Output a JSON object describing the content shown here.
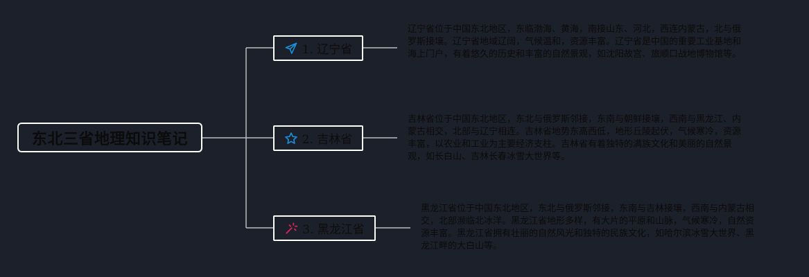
{
  "mindmap": {
    "root": {
      "title": "东北三省地理知识笔记"
    },
    "branches": [
      {
        "label": "1. 辽宁省",
        "icon": "paper-plane-icon",
        "icon_color": "#1a8fd8",
        "description": "辽宁省位于中国东北地区，东临渤海、黄海，南接山东、河北，西连内蒙古，北与俄罗斯接壤。辽宁省地域辽阔，气候温和，资源丰富。辽宁省是中国的重要工业基地和海上门户，有着悠久的历史和丰富的自然景观，如沈阳故宫、旅顺口战地博物馆等。"
      },
      {
        "label": "2. 吉林省",
        "icon": "star-icon",
        "icon_color": "#1a8fd8",
        "description": "吉林省位于中国东北地区，东北与俄罗斯邻接，东南与朝鲜接壤，西南与黑龙江、内蒙古相交，北部与辽宁相连。吉林省地势东高西低，地形丘陵起伏，气候寒冷，资源丰富，以农业和工业为主要经济支柱。吉林省有着独特的满族文化和美丽的自然景观，如长白山、吉林长春冰雪大世界等。"
      },
      {
        "label": "3. 黑龙江省",
        "icon": "magic-wand-icon",
        "icon_color": "#d6245a",
        "description": "黑龙江省位于中国东北地区，东北与俄罗斯邻接，东南与吉林接壤，西南与内蒙古相交，北部濒临北冰洋。黑龙江省地形多样，有大片的平原和山脉，气候寒冷，自然资源丰富。黑龙江省拥有壮丽的自然风光和独特的民族文化，如哈尔滨冰雪大世界、黑龙江畔的大白山等。"
      }
    ],
    "colors": {
      "background": "#1c202a",
      "connector": "#b9bcc2",
      "node_border": "#ffffff",
      "text": "#0b0b0b"
    }
  }
}
